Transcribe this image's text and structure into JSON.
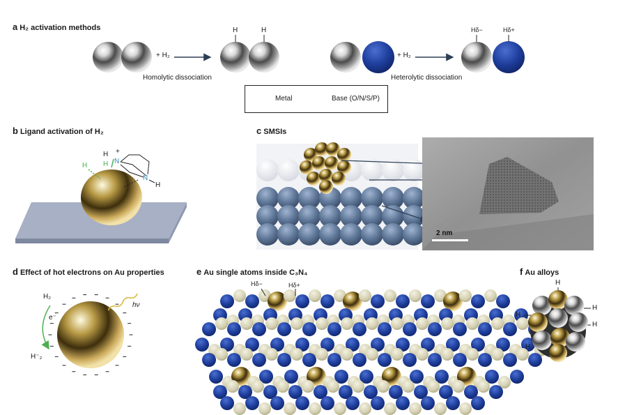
{
  "panel_a": {
    "letter": "a",
    "title": "H₂ activation methods",
    "homolytic": {
      "plus_h2": "+ H₂",
      "h_left": "H",
      "h_right": "H",
      "caption": "Homolytic dissociation"
    },
    "heterolytic": {
      "plus_h2": "+ H₂",
      "h_minus": "Hδ−",
      "h_plus": "Hδ+",
      "caption": "Heterolytic dissociation"
    },
    "legend": {
      "metal": "Metal",
      "base": "Base (O/N/S/P)"
    }
  },
  "panel_b": {
    "letter": "b",
    "title": "Ligand activation of H₂",
    "labels": {
      "h_green": "H",
      "h_top": "H",
      "plus": "+",
      "n_top": "N",
      "h_mid": "H",
      "n_low": "N",
      "h_low": "H"
    }
  },
  "panel_c": {
    "letter": "c",
    "title": "SMSIs",
    "scale": "2 nm"
  },
  "panel_d": {
    "letter": "d",
    "title": "Effect of hot electrons on Au properties",
    "h2": "H₂",
    "electron": "e⁻",
    "hydride": "H⁻₂",
    "light": "hν"
  },
  "panel_e": {
    "letter": "e",
    "title": "Au single atoms inside C₃N₄",
    "h_minus": "Hδ−",
    "h_plus": "Hδ+"
  },
  "panel_f": {
    "letter": "f",
    "title": "Au alloys",
    "h": "H"
  },
  "colors": {
    "gold": "#c9a94e",
    "silver": "#9c9c9c",
    "base_blue": "#1f3f9e",
    "beige": "#d4d0b2",
    "arrow_green": "#4caf50",
    "nitrogen_teal": "#2a8cb5",
    "support_gray": "#a7b0c4"
  }
}
